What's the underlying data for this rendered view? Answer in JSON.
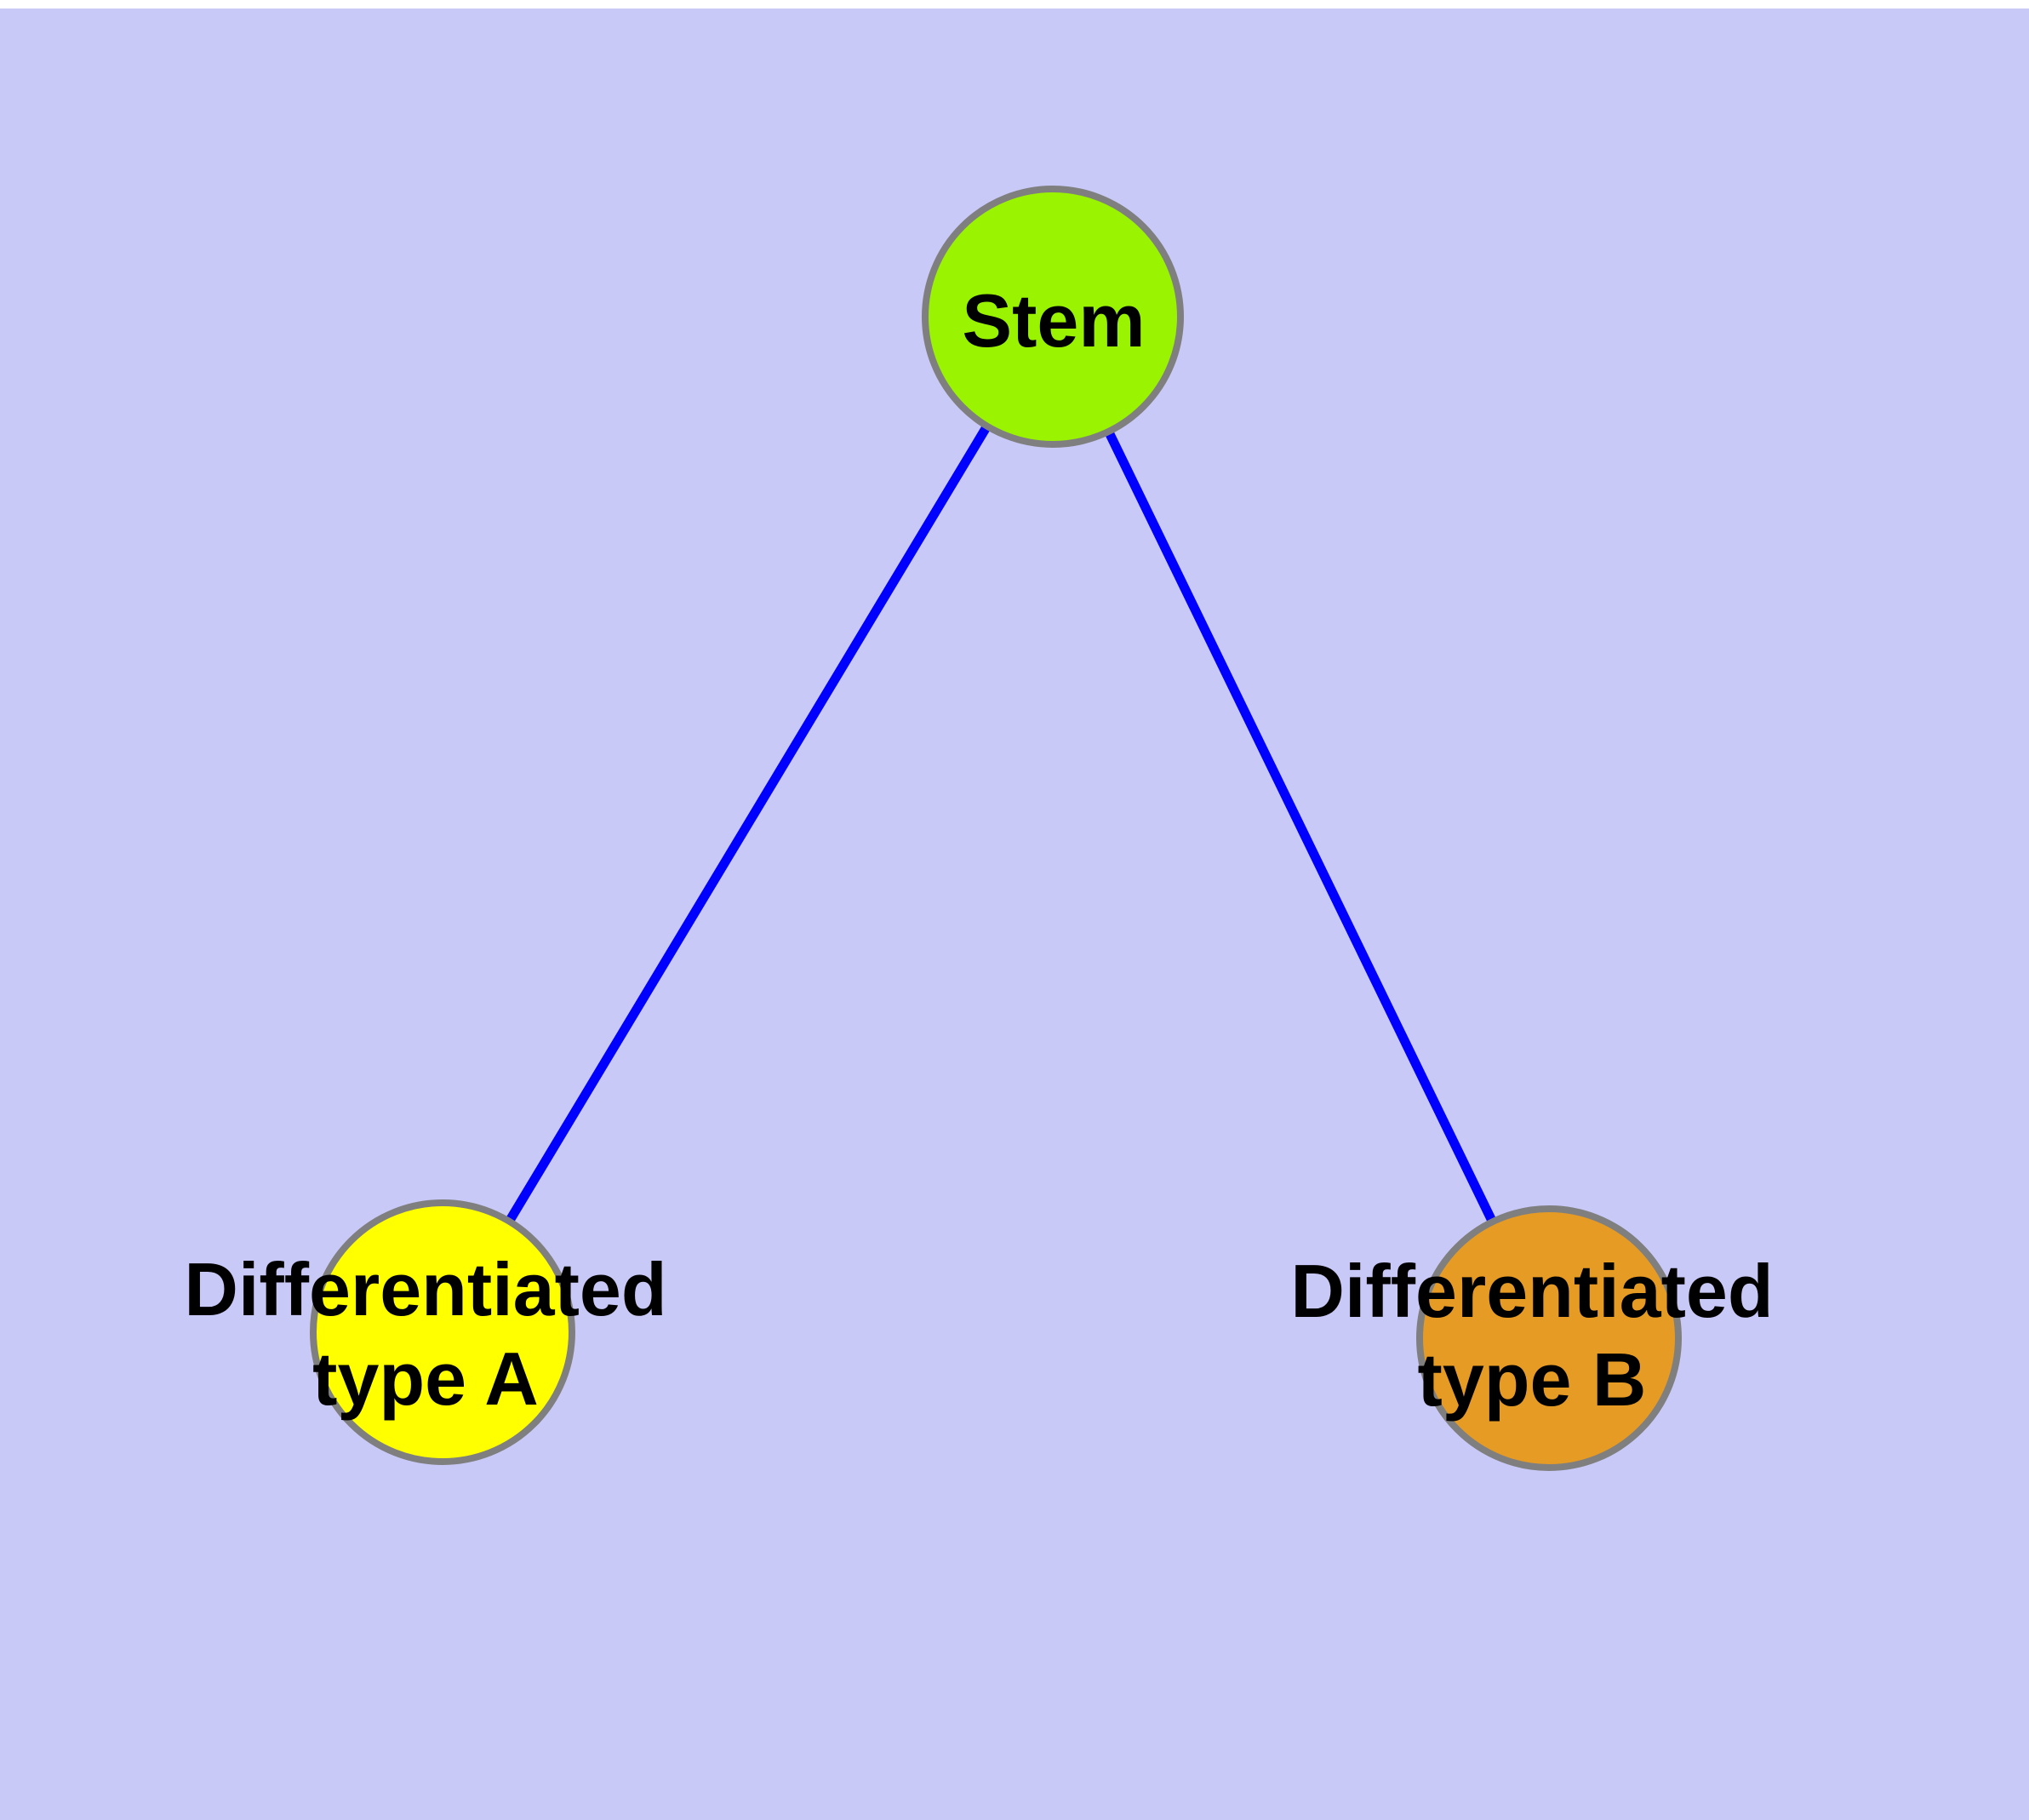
{
  "diagram": {
    "type": "graph",
    "background_color": "#c9c9f8",
    "top_strip_color": "#ffffff",
    "text_color": "#000000",
    "edge_color": "#0000ff",
    "node_border_color": "#7f7f7f",
    "nodes": {
      "stem": {
        "label": "Stem",
        "fill": "#9af300"
      },
      "type_a": {
        "label_line1": "Differentiated",
        "label_line2": "type A",
        "fill": "#ffff00"
      },
      "type_b": {
        "label_line1": "Differentiated",
        "label_line2": "type B",
        "fill": "#e69b25"
      }
    },
    "edges": [
      {
        "from": "stem",
        "to": "type_a"
      },
      {
        "from": "stem",
        "to": "type_b"
      }
    ]
  }
}
